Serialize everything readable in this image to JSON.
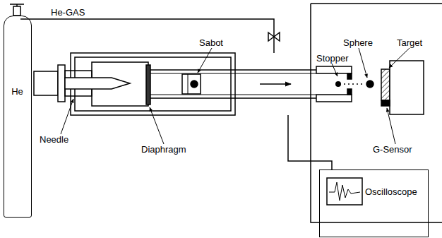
{
  "diagram": {
    "nodes": [
      {
        "text": [
          "He"
        ]
      },
      {
        "text": [
          "Oscilloscope"
        ]
      }
    ],
    "labels": [
      "He-GAS",
      "Sabot",
      "Needle",
      "Diaphragm",
      "Stopper",
      "Sphere",
      "Target",
      "G-Sensor"
    ]
  }
}
